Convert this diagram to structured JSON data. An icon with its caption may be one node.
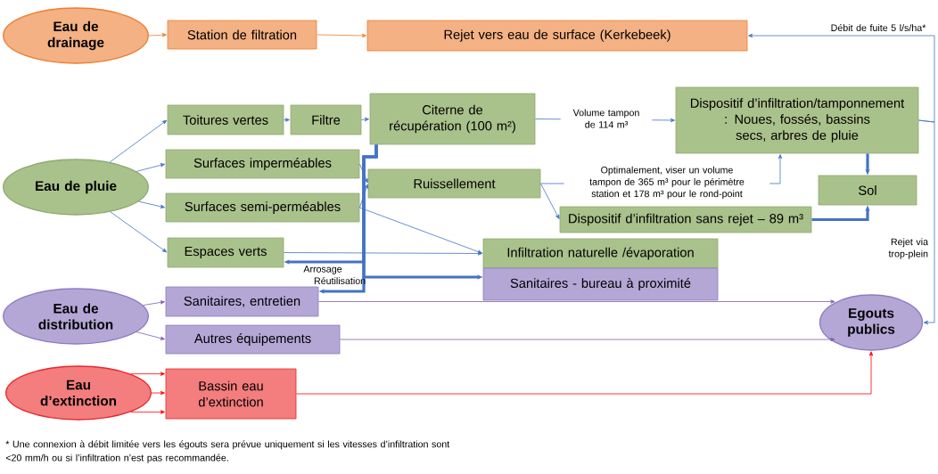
{
  "diagram": {
    "nodes": [
      {
        "text": [
          "Eau de drainage"
        ]
      },
      {
        "text": [
          "Station de filtration"
        ]
      },
      {
        "text": [
          "Rejet vers eau de surface (Kerkebeek)"
        ]
      },
      {
        "text": [
          "Eau de pluie"
        ]
      },
      {
        "text": [
          "Toitures vertes"
        ]
      },
      {
        "text": [
          "Filtre"
        ]
      },
      {
        "text": [
          "Citerne de récupération (100 m²)"
        ]
      },
      {
        "text": [
          "Surfaces imperméables"
        ]
      },
      {
        "text": [
          "Surfaces semi-perméables"
        ]
      },
      {
        "text": [
          "Ruissellement"
        ]
      },
      {
        "text": [
          "Dispositif d’infiltration/tamponnement : Noues, fossés, bassins secs, arbres de pluie"
        ]
      },
      {
        "text": [
          "Sol"
        ]
      },
      {
        "text": [
          "Dispositif d’infiltration sans rejet – 89 m³"
        ]
      },
      {
        "text": [
          "Espaces verts"
        ]
      },
      {
        "text": [
          "Infiltration naturelle /évaporation"
        ]
      },
      {
        "text": [
          "Sanitaires - bureau à proximité"
        ]
      },
      {
        "text": [
          "Eau de distribution"
        ]
      },
      {
        "text": [
          "Sanitaires, entretien"
        ]
      },
      {
        "text": [
          "Autres équipements"
        ]
      },
      {
        "text": [
          "Eau d’extinction"
        ]
      },
      {
        "text": [
          "Bassin eau d’extinction"
        ]
      },
      {
        "text": [
          "Egouts publics"
        ]
      }
    ],
    "edges": [
      {
        "from": 0,
        "to": 1,
        "arrow": "to",
        "color": "#ed7d31"
      },
      {
        "from": 1,
        "to": 2,
        "arrow": "to",
        "color": "#ed7d31"
      },
      {
        "from": 10,
        "to": 2,
        "arrow": "to",
        "label": "Débit de fuite 5 l/s/ha*"
      },
      {
        "from": 3,
        "to": 4,
        "arrow": "to"
      },
      {
        "from": 3,
        "to": 7,
        "arrow": "to"
      },
      {
        "from": 3,
        "to": 8,
        "arrow": "to"
      },
      {
        "from": 3,
        "to": 13,
        "arrow": "to"
      },
      {
        "from": 4,
        "to": 5,
        "arrow": "to"
      },
      {
        "from": 5,
        "to": 6,
        "arrow": "to"
      },
      {
        "from": 7,
        "to": 9,
        "arrow": "to"
      },
      {
        "from": 8,
        "to": 9,
        "arrow": "to"
      },
      {
        "from": 8,
        "to": 14,
        "arrow": "to"
      },
      {
        "from": 6,
        "to": 10,
        "arrow": "to",
        "label": "Volume tampon de 114 m³"
      },
      {
        "from": 9,
        "to": 10,
        "arrow": "to",
        "label": "Optimalement, viser un volume tampon de 365 m³ pour le périmètre station et 178 m³ pour le rond-point"
      },
      {
        "from": 9,
        "to": 12,
        "arrow": "to"
      },
      {
        "from": 10,
        "to": 11,
        "arrow": "to",
        "style": "thick"
      },
      {
        "from": 12,
        "to": 11,
        "arrow": "to",
        "style": "thick"
      },
      {
        "from": 6,
        "to": 13,
        "arrow": "to",
        "label": "Arrosage",
        "style": "thick"
      },
      {
        "from": 6,
        "to": 15,
        "arrow": "to",
        "style": "thick"
      },
      {
        "from": 6,
        "to": 17,
        "arrow": "to",
        "label": "Réutilisation",
        "style": "thick"
      },
      {
        "from": 13,
        "to": 14,
        "arrow": "to"
      },
      {
        "from": 16,
        "to": 17,
        "arrow": "to",
        "color": "#7f60a8"
      },
      {
        "from": 16,
        "to": 18,
        "arrow": "to",
        "color": "#7f60a8"
      },
      {
        "from": 17,
        "to": 21,
        "arrow": "to",
        "color": "#7f60a8"
      },
      {
        "from": 18,
        "to": 21,
        "arrow": "to",
        "color": "#7f60a8"
      },
      {
        "from": 19,
        "to": 20,
        "arrow": "to",
        "color": "#ff0000"
      },
      {
        "from": 19,
        "to": 20,
        "arrow": "to",
        "color": "#ff0000"
      },
      {
        "from": 19,
        "to": 20,
        "arrow": "to",
        "color": "#ff0000"
      },
      {
        "from": 20,
        "to": 21,
        "arrow": "to",
        "color": "#ff0000"
      },
      {
        "from": 10,
        "to": 21,
        "arrow": "to",
        "label": "Rejet via trop-plein"
      }
    ],
    "labels": [
      "* Une connexion à débit limitée vers les égouts sera prévue uniquement si les vitesses d’infiltration sont <20 mm/h ou si l’infiltration n’est pas recommandée."
    ]
  }
}
